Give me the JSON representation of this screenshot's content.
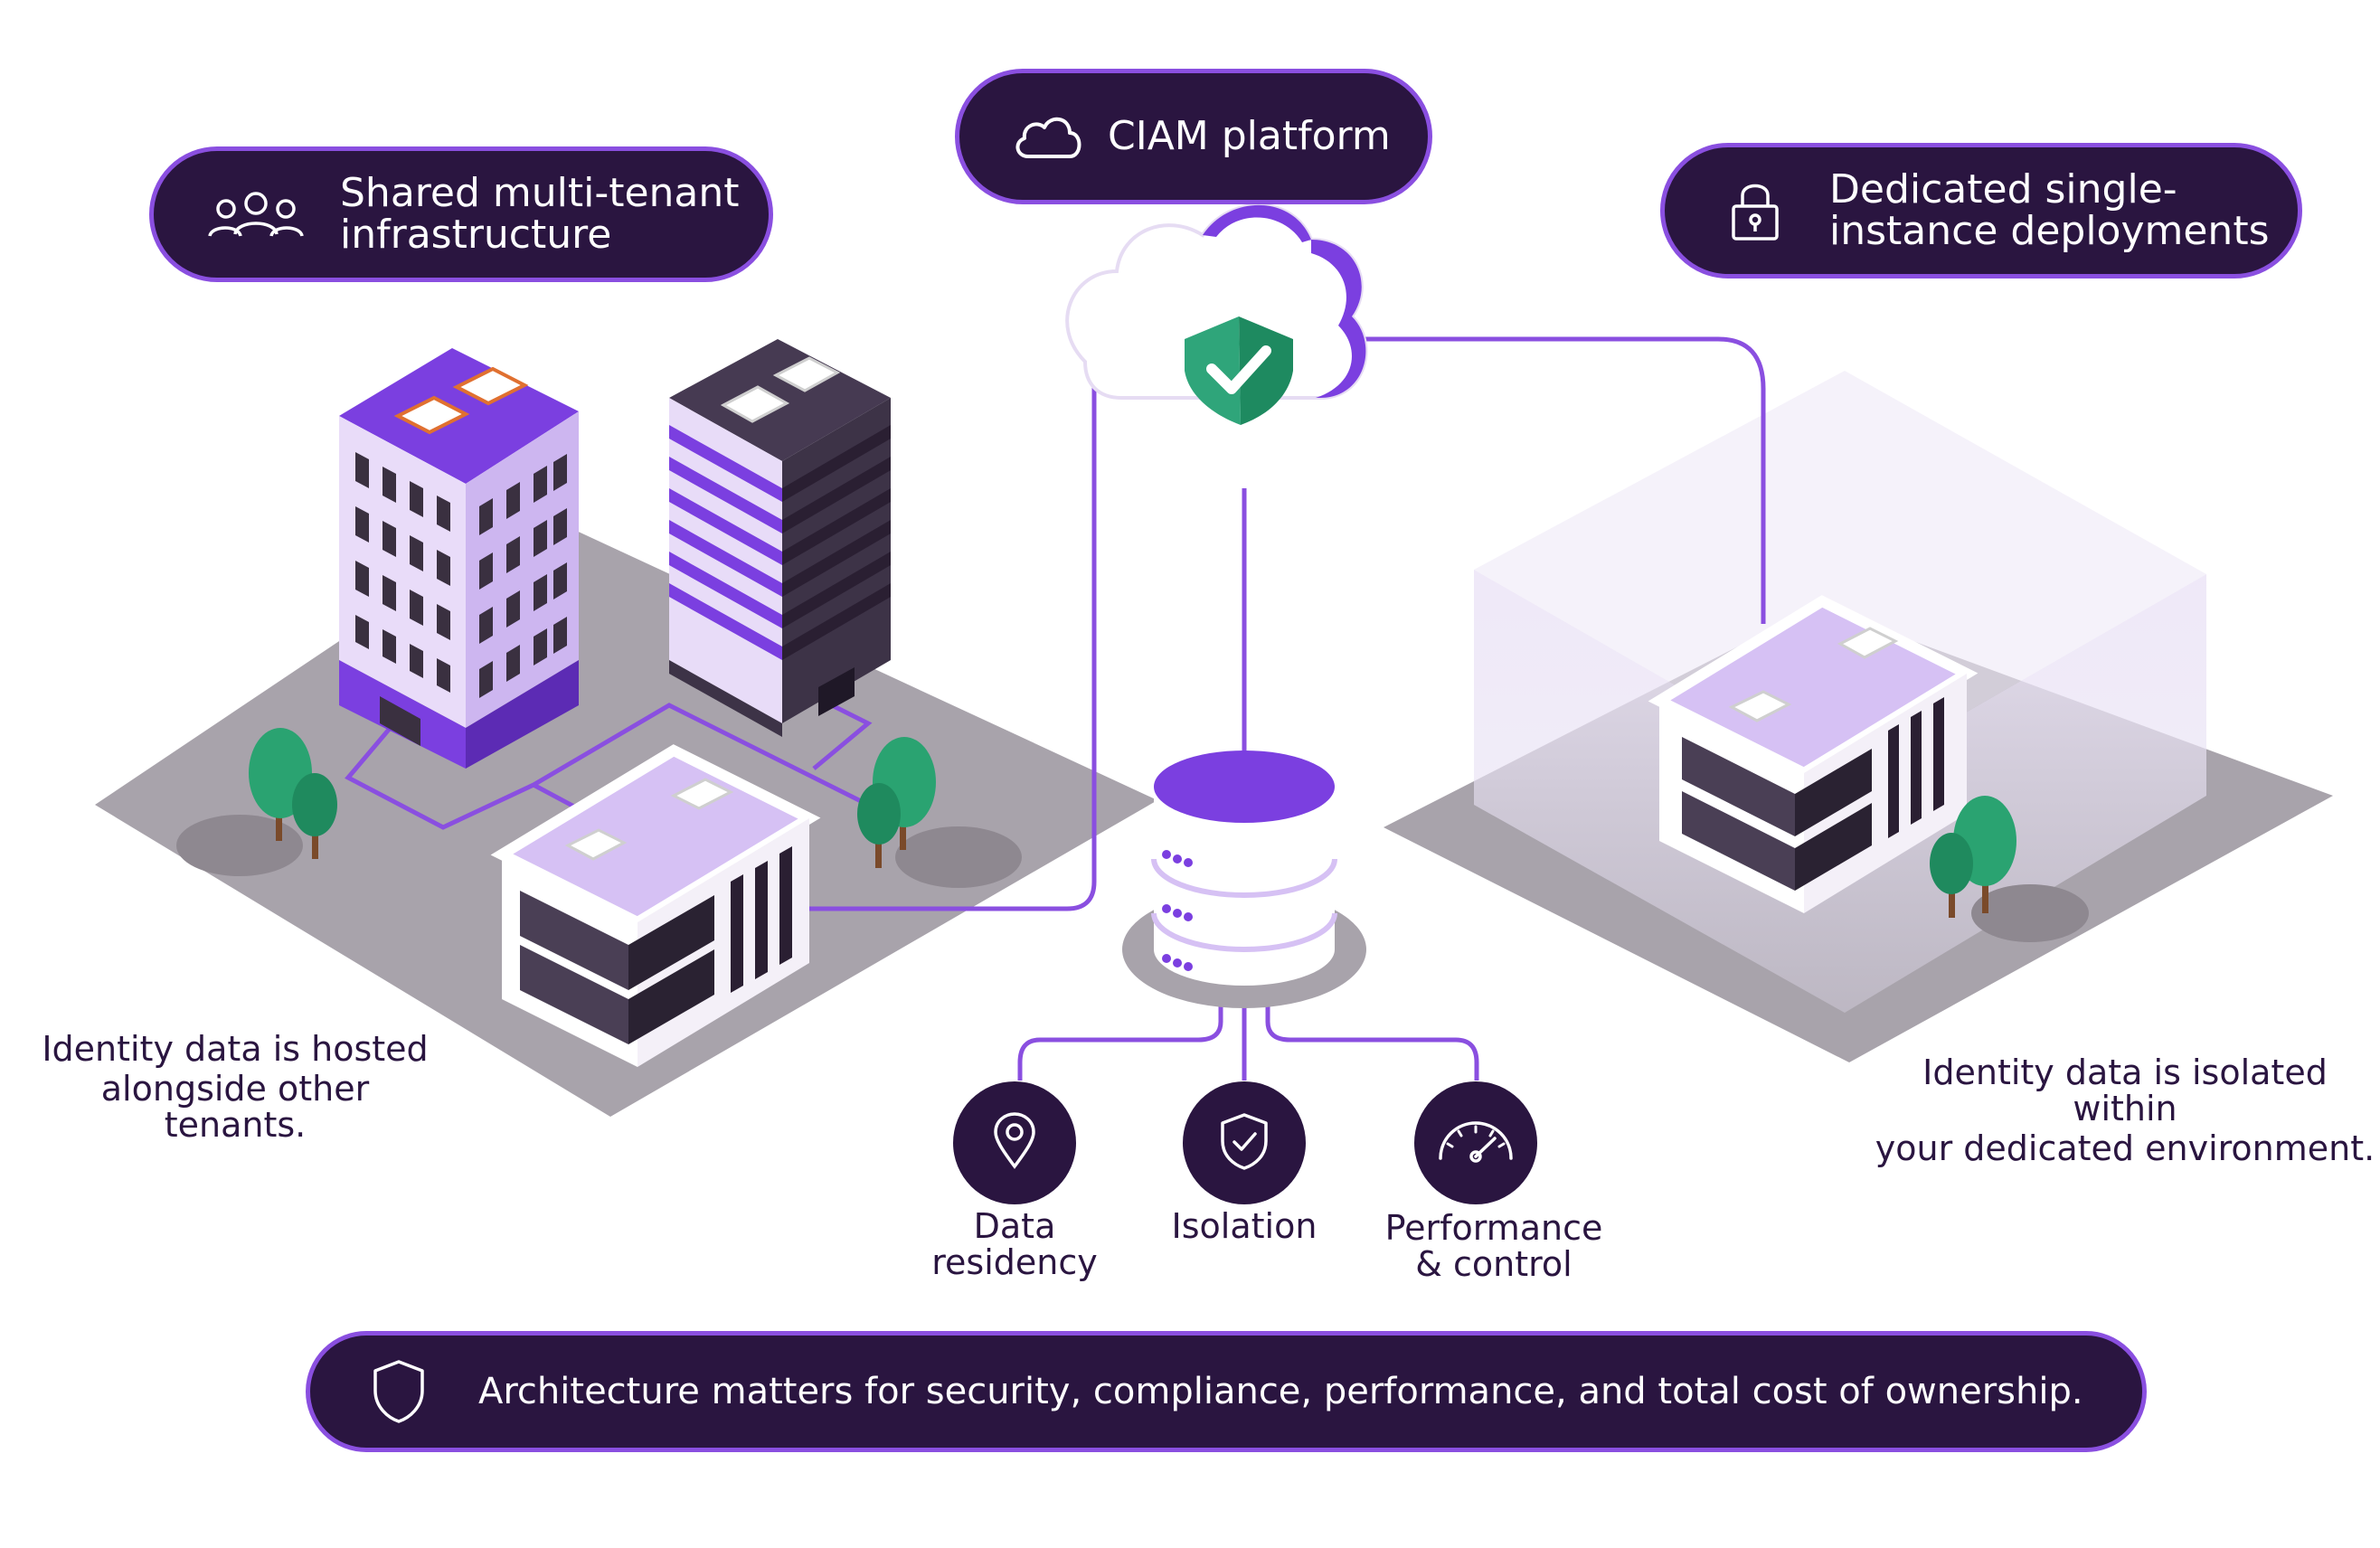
{
  "pills": {
    "ciam_platform": "CIAM platform",
    "shared_line1": "Shared multi-tenant",
    "shared_line2": "infrastructure",
    "dedicated_line1": "Dedicated single-",
    "dedicated_line2": "instance deployments",
    "footer": "Architecture matters for security, compliance, performance, and total cost of ownership."
  },
  "captions": {
    "shared_line1": "Identity data is hosted",
    "shared_line2": "alongside other tenants.",
    "dedicated_line1": "Identity data is isolated within",
    "dedicated_line2": "your dedicated environment."
  },
  "features": [
    {
      "line1": "Data",
      "line2": "residency",
      "icon": "location-pin-icon"
    },
    {
      "line1": "Isolation",
      "line2": "",
      "icon": "shield-check-icon"
    },
    {
      "line1": "Performance",
      "line2": "& control",
      "icon": "gauge-icon"
    }
  ],
  "colors": {
    "pill_bg": "#2a1540",
    "accent_purple": "#8a4fe0",
    "light_purple": "#d9c2f5",
    "ground_gray": "#a8a3ab",
    "tree_green": "#2aa371",
    "shield_green": "#2fa57a",
    "text_dark": "#2a1540"
  }
}
